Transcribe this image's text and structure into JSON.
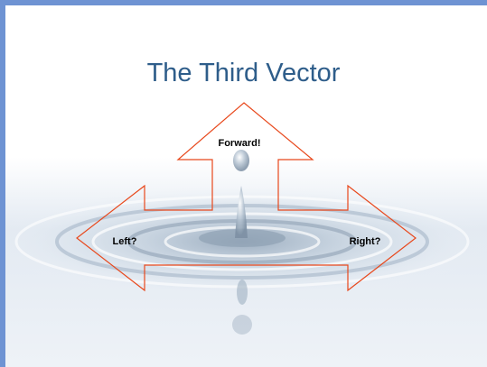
{
  "slide": {
    "title": "The Third Vector",
    "arrows": {
      "forward": "Forward!",
      "left": "Left?",
      "right": "Right?"
    }
  },
  "colors": {
    "title": "#2e5d8a",
    "frame": "#6e93d3",
    "arrow_outline": "#e8481c",
    "sky": "#e6edf5",
    "water": "#c3d0de"
  },
  "background": {
    "description_icon": "water-drop-ripple-image"
  }
}
